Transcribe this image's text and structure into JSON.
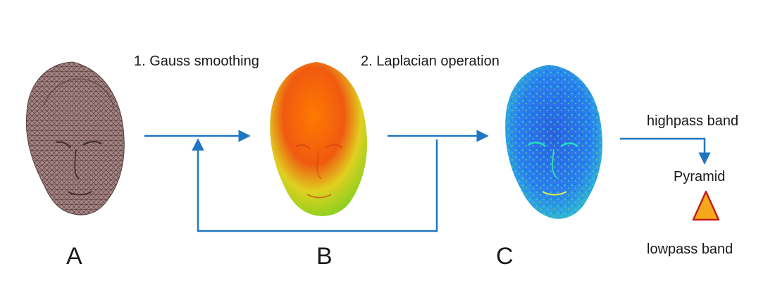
{
  "steps": {
    "step1": "1. Gauss smoothing",
    "step2": "2. Laplacian operation"
  },
  "stages": {
    "a": "A",
    "b": "B",
    "c": "C"
  },
  "outputs": {
    "highpass": "highpass band",
    "pyramid": "Pyramid",
    "lowpass": "lowpass band"
  },
  "colors": {
    "arrow": "#1f77c4",
    "mesh_base": "#9c7a7a",
    "pyramid_fill": "#f5a81c",
    "pyramid_stroke": "#c0201a"
  }
}
